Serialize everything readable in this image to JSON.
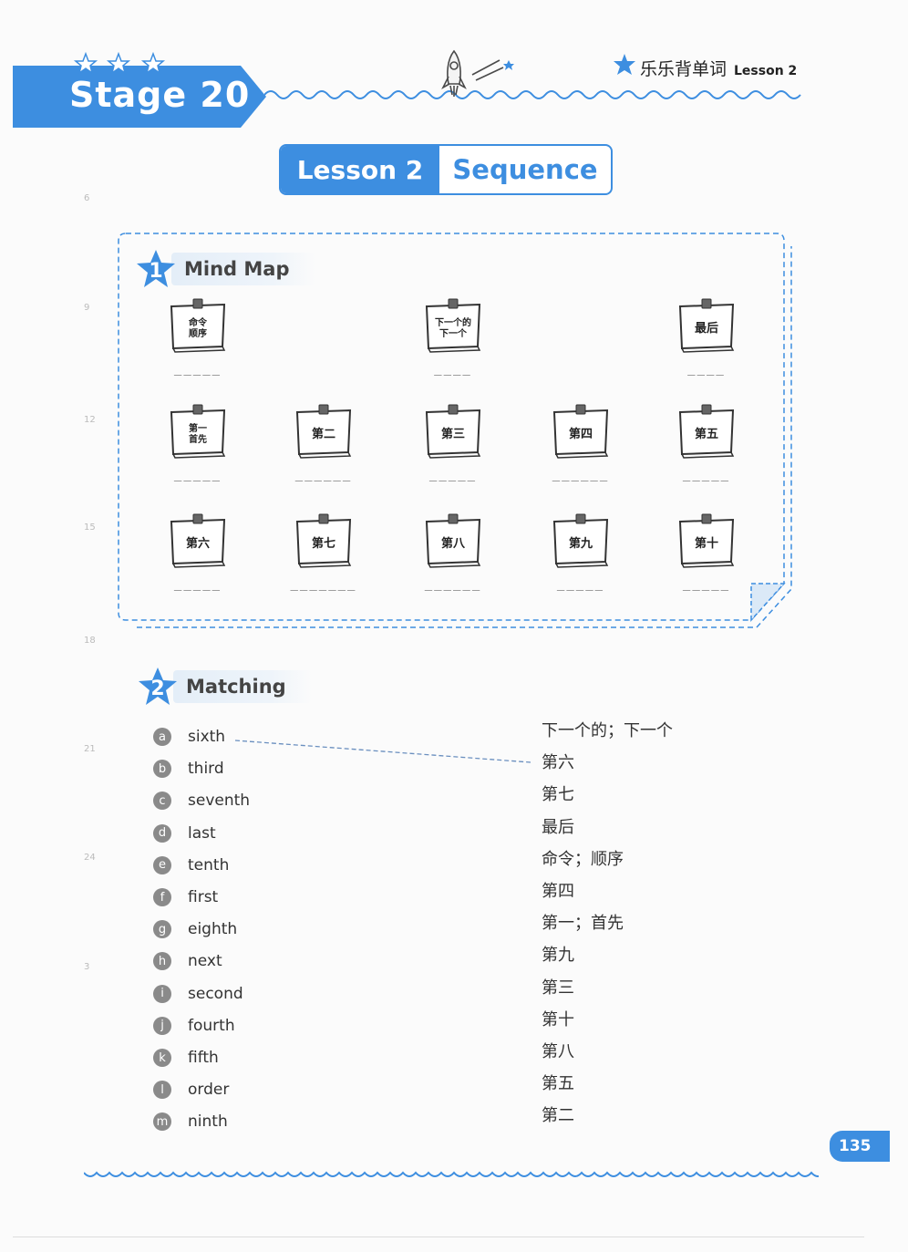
{
  "header": {
    "stage_label": "Stage 20",
    "series_title": "乐乐背单词",
    "series_lesson": "Lesson 2",
    "brand_color": "#3d8ee0"
  },
  "lesson": {
    "label": "Lesson 2",
    "name": "Sequence"
  },
  "mindmap": {
    "number": "1",
    "title": "Mind Map",
    "cards": [
      {
        "cn": "命令\n顺序",
        "blank": "_____"
      },
      {
        "cn": "下一个的\n下一个",
        "blank": "____"
      },
      {
        "cn": "最后",
        "blank": "____"
      },
      {
        "cn": "第一\n首先",
        "blank": "_____"
      },
      {
        "cn": "第二",
        "blank": "______"
      },
      {
        "cn": "第三",
        "blank": "_____"
      },
      {
        "cn": "第四",
        "blank": "______"
      },
      {
        "cn": "第五",
        "blank": "_____"
      },
      {
        "cn": "第六",
        "blank": "_____"
      },
      {
        "cn": "第七",
        "blank": "_______"
      },
      {
        "cn": "第八",
        "blank": "______"
      },
      {
        "cn": "第九",
        "blank": "_____"
      },
      {
        "cn": "第十",
        "blank": "_____"
      }
    ]
  },
  "matching": {
    "number": "2",
    "title": "Matching",
    "left": [
      {
        "letter": "a",
        "word": "sixth"
      },
      {
        "letter": "b",
        "word": "third"
      },
      {
        "letter": "c",
        "word": "seventh"
      },
      {
        "letter": "d",
        "word": "last"
      },
      {
        "letter": "e",
        "word": "tenth"
      },
      {
        "letter": "f",
        "word": "first"
      },
      {
        "letter": "g",
        "word": "eighth"
      },
      {
        "letter": "h",
        "word": "next"
      },
      {
        "letter": "i",
        "word": "second"
      },
      {
        "letter": "j",
        "word": "fourth"
      },
      {
        "letter": "k",
        "word": "fifth"
      },
      {
        "letter": "l",
        "word": "order"
      },
      {
        "letter": "m",
        "word": "ninth"
      }
    ],
    "right": [
      "下一个的；下一个",
      "第六",
      "第七",
      "最后",
      "命令；顺序",
      "第四",
      "第一；首先",
      "第九",
      "第三",
      "第十",
      "第八",
      "第五",
      "第二"
    ]
  },
  "footer": {
    "page_number": "135"
  },
  "margin_marks": [
    "6",
    "9",
    "12",
    "15",
    "18",
    "21",
    "24",
    "3"
  ]
}
